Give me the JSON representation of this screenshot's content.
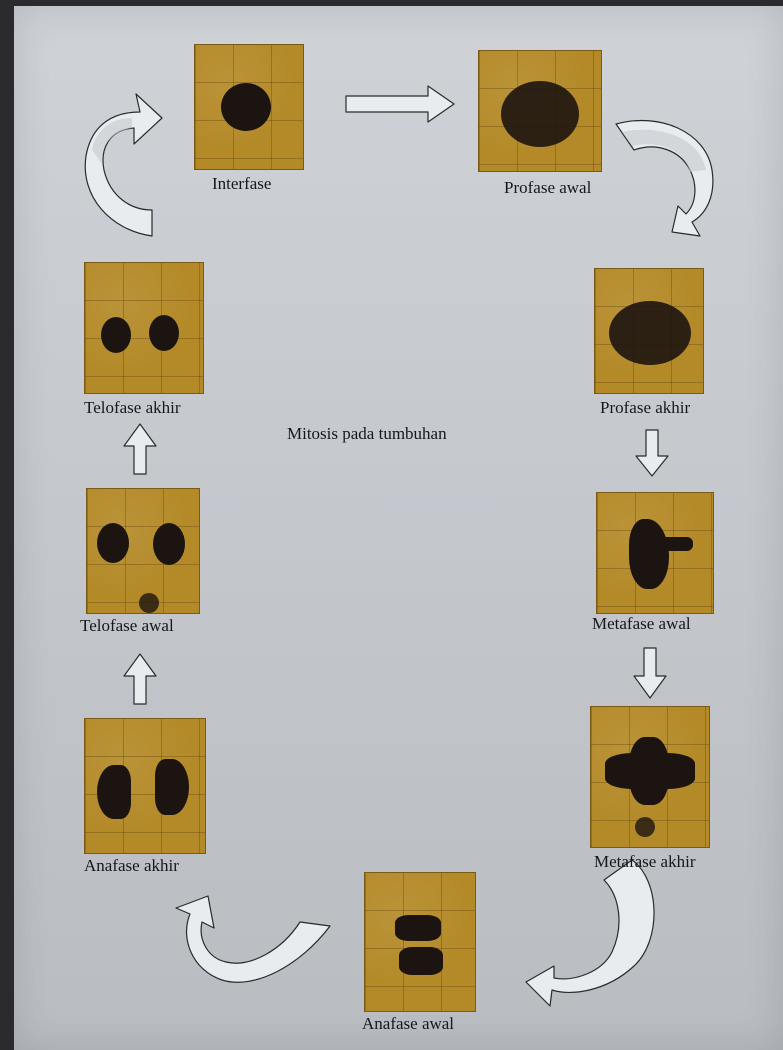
{
  "diagram": {
    "title": "Mitosis pada tumbuhan",
    "stages": {
      "interfase": "Interfase",
      "profase_awal": "Profase awal",
      "profase_akhir": "Profase akhir",
      "metafase_awal": "Metafase awal",
      "metafase_akhir": "Metafase akhir",
      "anafase_awal": "Anafase awal",
      "anafase_akhir": "Anafase akhir",
      "telofase_awal": "Telofase awal",
      "telofase_akhir": "Telofase akhir"
    }
  }
}
